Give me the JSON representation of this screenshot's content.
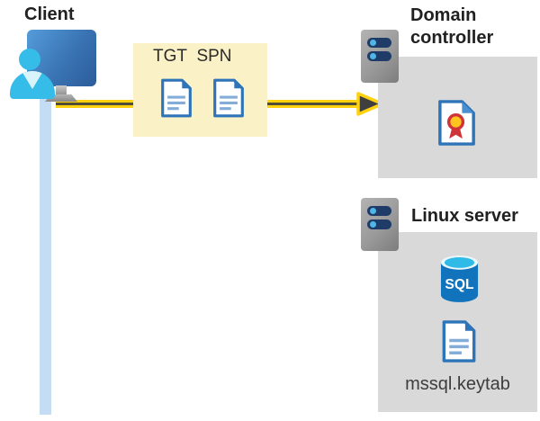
{
  "client": {
    "label": "Client"
  },
  "tickets": {
    "tgt_label": "TGT",
    "spn_label": "SPN"
  },
  "domain_controller": {
    "label": "Domain controller"
  },
  "linux_server": {
    "label": "Linux server",
    "database_label": "SQL",
    "keytab_file": "mssql.keytab"
  },
  "icons": {
    "client": "person-at-monitor-icon",
    "tgt": "document-icon",
    "spn": "document-icon",
    "domain_controller": "server-tower-icon",
    "certificate": "certificate-icon",
    "linux_server": "server-tower-icon",
    "database": "sql-database-icon",
    "keytab": "document-icon",
    "flow": "arrow-right-icon"
  },
  "colors": {
    "arrow_yellow": "#ffd10e",
    "arrow_stripe": "#4f4d35",
    "arrow_head_dark": "#3f3f3f",
    "ticket_box_bg": "#fbf1c7",
    "panel_bg": "#d9d9d9",
    "connection_line": "#c5dcf5",
    "document_border_blue": "#2e74b8",
    "document_line_blue": "#84acd9",
    "sql_body_blue": "#1173bc",
    "sql_top_cyan": "#2fbae8",
    "certificate_red": "#d13438",
    "certificate_gold": "#ffc51f",
    "monitor_blue": "#3a74b4",
    "person_cyan": "#36bce8",
    "server_bar_navy": "#1f3c68",
    "text_dark": "#212121"
  }
}
